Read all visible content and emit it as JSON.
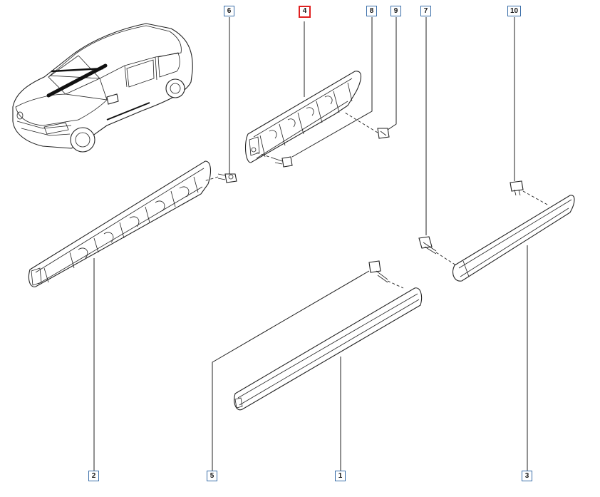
{
  "diagram": {
    "selected_callout": "4",
    "callouts": [
      {
        "id": "c6",
        "label": "6"
      },
      {
        "id": "c4",
        "label": "4"
      },
      {
        "id": "c8",
        "label": "8"
      },
      {
        "id": "c9",
        "label": "9"
      },
      {
        "id": "c7",
        "label": "7"
      },
      {
        "id": "c10",
        "label": "10"
      },
      {
        "id": "c2",
        "label": "2"
      },
      {
        "id": "c5",
        "label": "5"
      },
      {
        "id": "c1",
        "label": "1"
      },
      {
        "id": "c3",
        "label": "3"
      }
    ],
    "colors": {
      "callout_border": "#3a6ea8",
      "selected_border": "#e02020",
      "line": "#222222",
      "background": "#ffffff"
    }
  }
}
